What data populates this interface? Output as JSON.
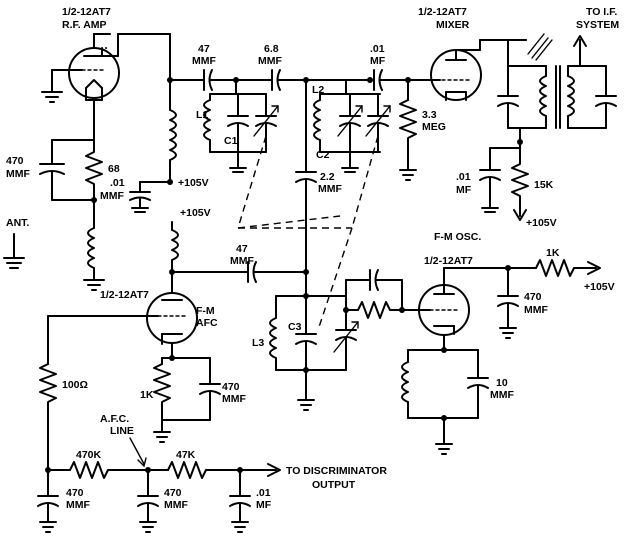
{
  "labels": {
    "rf_tube": "1/2-12AT7",
    "rf_amp": "R.F. AMP",
    "mixer_tube": "1/2-12AT7",
    "mixer": "MIXER",
    "to_if_1": "TO I.F.",
    "to_if_2": "SYSTEM",
    "c47_val": "47",
    "c47_unit": "MMF",
    "c68_val": "6.8",
    "c68_unit": "MMF",
    "c01_val": ".01",
    "c01_unit": "MF",
    "l1": "L1",
    "c1": "C1",
    "l2": "L2",
    "c2": "C2",
    "r33_val": "3.3",
    "r33_unit": "MEG",
    "c22_val": "2.2",
    "c22_unit": "MMF",
    "c470_rf_val": "470",
    "c470_rf_unit": "MMF",
    "r68": "68",
    "c01_rf_val": ".01",
    "c01_rf_unit": "MMF",
    "b105_rf": "+105V",
    "ant": "ANT.",
    "b105_afc": "+105V",
    "c47_afc_val": "47",
    "c47_afc_unit": "MMF",
    "afc_tube": "1/2-12AT7",
    "afc_fm": "F-M",
    "afc_afc": "AFC",
    "c01_mix_val": ".01",
    "c01_mix_unit": "MF",
    "r15k": "15K",
    "b105_mix": "+105V",
    "osc_title": "F-M OSC.",
    "osc_tube": "1/2-12AT7",
    "r1k_osc": "1K",
    "b105_osc": "+105V",
    "c470_osc_val": "470",
    "c470_osc_unit": "MMF",
    "l3": "L3",
    "c3": "C3",
    "c10_val": "10",
    "c10_unit": "MMF",
    "r100": "100Ω",
    "r1k_afc": "1K",
    "c470_afc_val": "470",
    "c470_afc_unit": "MMF",
    "afc_line_1": "A.F.C.",
    "afc_line_2": "LINE",
    "r470k": "470K",
    "r47k": "47K",
    "to_disc_1": "TO DISCRIMINATOR",
    "to_disc_2": "OUTPUT",
    "c470_a_val": "470",
    "c470_a_unit": "MMF",
    "c470_b_val": "470",
    "c470_b_unit": "MMF",
    "c01_out_val": ".01",
    "c01_out_unit": "MF"
  }
}
